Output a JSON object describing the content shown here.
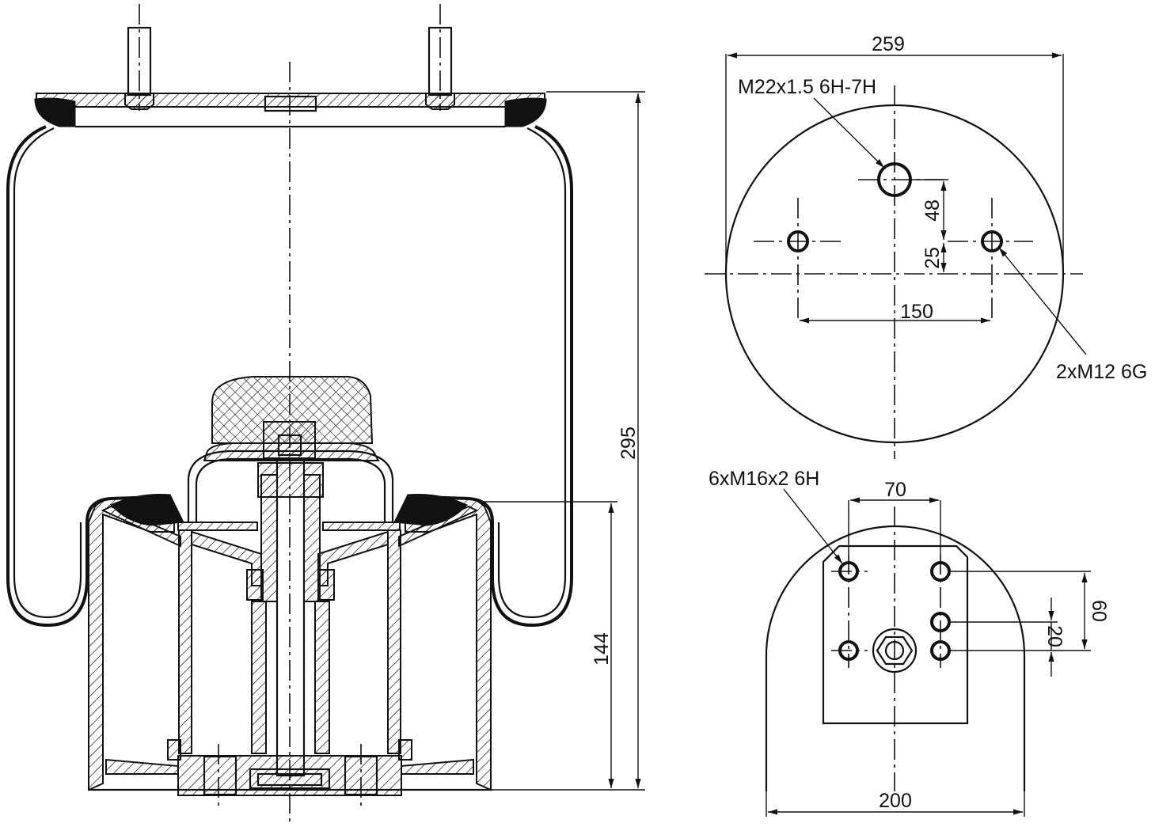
{
  "side_view": {
    "height_total": "295",
    "height_piston": "144"
  },
  "top_view": {
    "diameter": "259",
    "air_port_thread": "M22x1.5 6H-7H",
    "stud_thread": "2xM12 6G",
    "offset_port": "48",
    "offset_studs": "25",
    "stud_spacing": "150"
  },
  "bottom_view": {
    "thread_callout": "6xM16x2 6H",
    "hole_spacing_x": "70",
    "hole_spacing_y": "60",
    "small_spacing": "20",
    "diameter": "200"
  }
}
